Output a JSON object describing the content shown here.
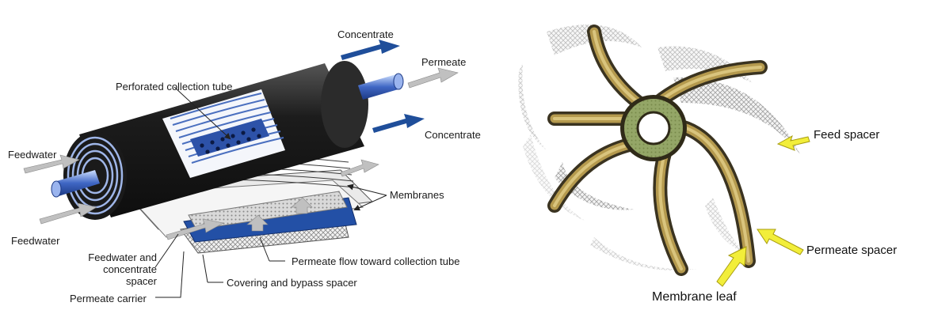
{
  "left_diagram": {
    "labels": {
      "concentrate_top": "Concentrate",
      "permeate": "Permeate",
      "concentrate_mid": "Concentrate",
      "perforated_tube": "Perforated collection tube",
      "feedwater_top": "Feedwater",
      "feedwater_bottom": "Feedwater",
      "membranes": "Membranes",
      "feed_concentrate_spacer": "Feedwater and concentrate spacer",
      "permeate_flow": "Permeate flow toward collection tube",
      "covering_bypass": "Covering and bypass spacer",
      "permeate_carrier": "Permeate carrier"
    }
  },
  "right_diagram": {
    "labels": {
      "feed_spacer": "Feed spacer",
      "permeate_spacer": "Permeate spacer",
      "membrane_leaf": "Membrane leaf"
    }
  },
  "colors": {
    "flow_arrow_blue": "#1f4e9a",
    "flow_arrow_grey": "#b8b8b8",
    "cylinder_shell": "#2a2a2a",
    "membrane_blue": "#4a6fbf",
    "core_green": "#6f8a2a",
    "callout_yellow": "#f2ee3a"
  }
}
